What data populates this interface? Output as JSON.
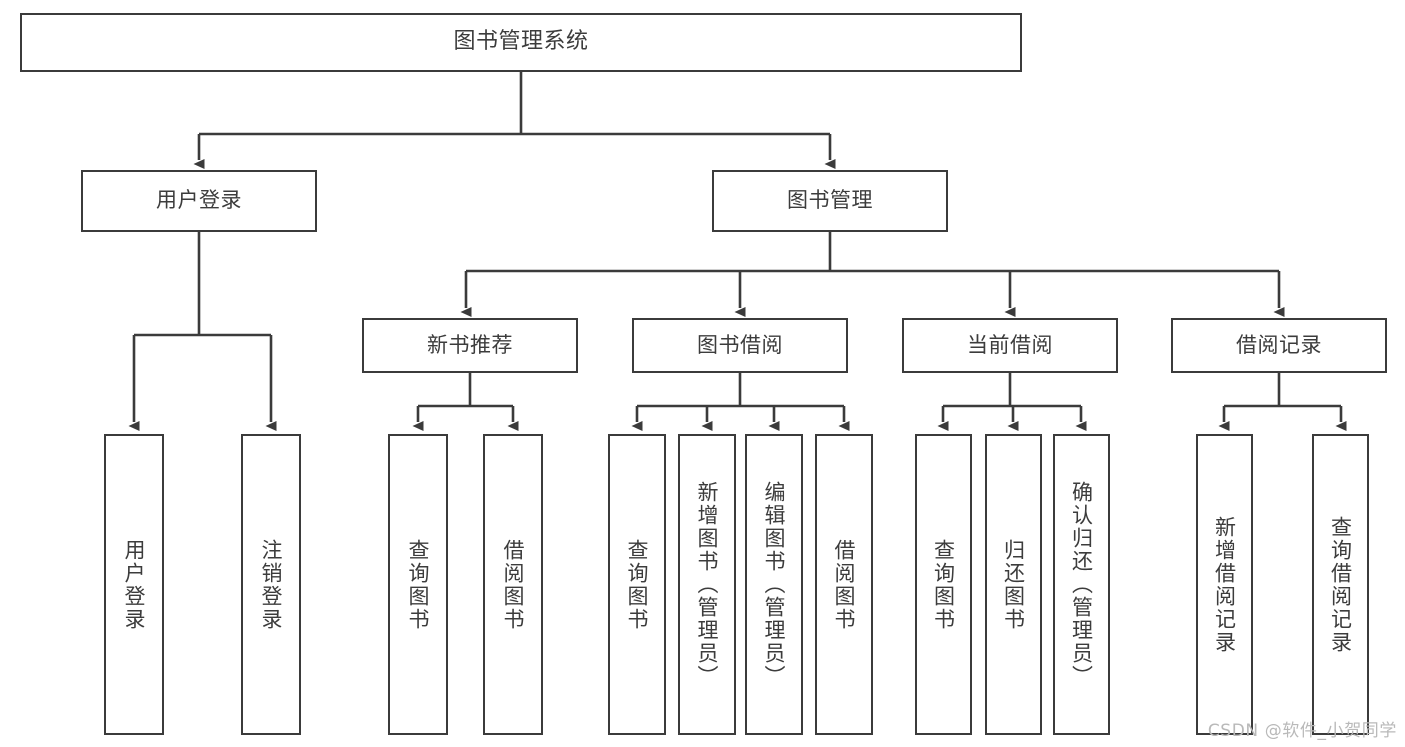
{
  "diagram": {
    "title": "图书管理系统",
    "watermark": "CSDN @软件_小贺同学",
    "accent_color": "#3b3b3b",
    "text_color": "#3c3c3c",
    "background_color": "#ffffff"
  },
  "nodes": {
    "root": {
      "label": "图书管理系统"
    },
    "level2": [
      {
        "label": "用户登录"
      },
      {
        "label": "图书管理"
      }
    ],
    "level3": [
      {
        "label": "新书推荐"
      },
      {
        "label": "图书借阅"
      },
      {
        "label": "当前借阅"
      },
      {
        "label": "借阅记录"
      }
    ],
    "leaves_user_login": [
      {
        "label": "用户登录"
      },
      {
        "label": "注销登录"
      }
    ],
    "leaves_new_book": [
      {
        "label": "查询图书"
      },
      {
        "label": "借阅图书"
      }
    ],
    "leaves_borrow": [
      {
        "label": "查询图书"
      },
      {
        "label": "新增图书（管理员）"
      },
      {
        "label": "编辑图书（管理员）"
      },
      {
        "label": "借阅图书"
      }
    ],
    "leaves_current": [
      {
        "label": "查询图书"
      },
      {
        "label": "归还图书"
      },
      {
        "label": "确认归还（管理员）"
      }
    ],
    "leaves_records": [
      {
        "label": "新增借阅记录"
      },
      {
        "label": "查询借阅记录"
      }
    ]
  }
}
